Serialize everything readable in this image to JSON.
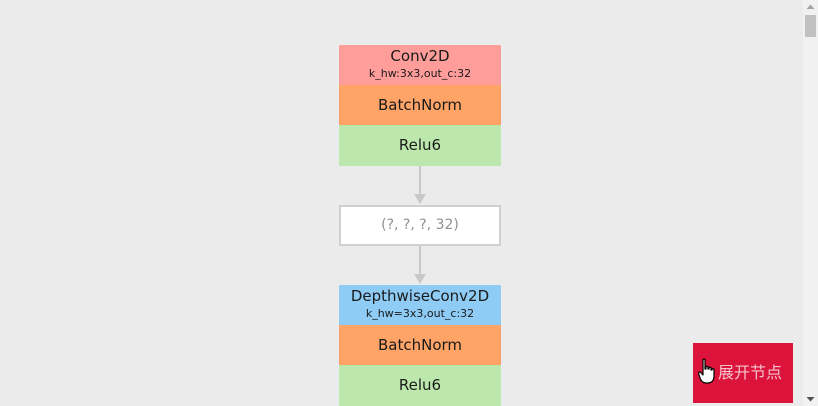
{
  "graph": {
    "block1": {
      "conv_title": "Conv2D",
      "conv_params": "k_hw:3x3,out_c:32",
      "bn_title": "BatchNorm",
      "relu_title": "Relu6"
    },
    "tensor_shape": "(?, ?, ?, 32)",
    "block2": {
      "conv_title": "DepthwiseConv2D",
      "conv_params": "k_hw=3x3,out_c:32",
      "bn_title": "BatchNorm",
      "relu_title": "Relu6"
    }
  },
  "controls": {
    "expand_label": "展开节点"
  },
  "colors": {
    "conv": "#ff9d9a",
    "depthwise": "#8ecbf5",
    "batchnorm": "#ffa466",
    "relu": "#bce8ad",
    "expand_button": "#dc143c"
  },
  "icons": {
    "cursor": "hand-pointer-icon",
    "scroll_up": "scroll-up-arrow-icon",
    "scroll_down": "scroll-down-arrow-icon"
  }
}
